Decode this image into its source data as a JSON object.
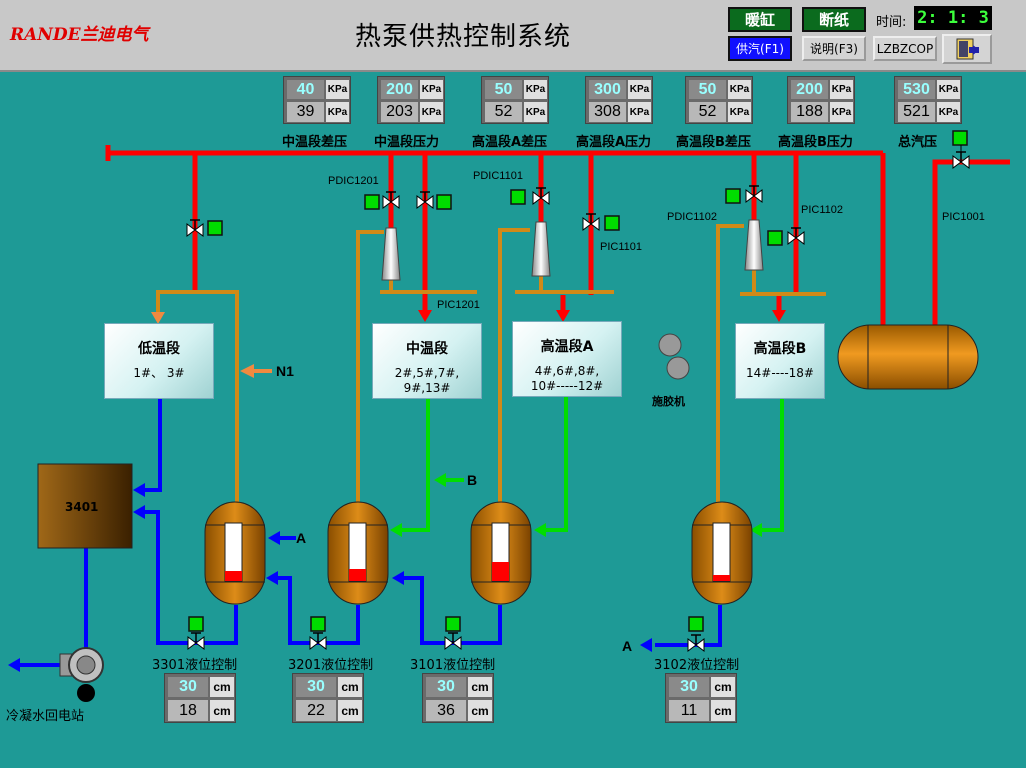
{
  "header": {
    "brand": "RANDE兰迪电气",
    "title": "热泵供热控制系统",
    "btn_nuanyang": "暖缸",
    "btn_duanzhi": "断纸",
    "btn_gongqi": "供汽(F1)",
    "btn_shuoming": "说明(F3)",
    "btn_lzbzcop": "LZBZCOP",
    "time_label": "时间:",
    "time_value": "2: 1: 3"
  },
  "pressure": [
    {
      "sp": "40",
      "pv": "39",
      "unit": "KPa",
      "label": "中温段差压"
    },
    {
      "sp": "200",
      "pv": "203",
      "unit": "KPa",
      "label": "中温段压力"
    },
    {
      "sp": "50",
      "pv": "52",
      "unit": "KPa",
      "label": "高温段A差压"
    },
    {
      "sp": "300",
      "pv": "308",
      "unit": "KPa",
      "label": "高温段A压力"
    },
    {
      "sp": "50",
      "pv": "52",
      "unit": "KPa",
      "label": "高温段B差压"
    },
    {
      "sp": "200",
      "pv": "188",
      "unit": "KPa",
      "label": "高温段B压力"
    },
    {
      "sp": "530",
      "pv": "521",
      "unit": "KPa",
      "label": "总汽压"
    }
  ],
  "tags": {
    "pdic1201": "PDIC1201",
    "pdic1101": "PDIC1101",
    "pic1101": "PIC1101",
    "pdic1102": "PDIC1102",
    "pic1102": "PIC1102",
    "pic1201": "PIC1201",
    "pic1001": "PIC1001"
  },
  "sections": {
    "low": {
      "title": "低温段",
      "desc": "1#、 3#"
    },
    "mid": {
      "title": "中温段",
      "desc": "2#,5#,7#,\n9#,13#"
    },
    "hiA": {
      "title": "高温段A",
      "desc": "4#,6#,8#,\n10#-----12#"
    },
    "hiB": {
      "title": "高温段B",
      "desc": "14#----18#"
    }
  },
  "tank": "3401",
  "press_machine": "施胶机",
  "flow": {
    "n1": "N1",
    "a": "A",
    "b": "B"
  },
  "levels": [
    {
      "label": "3301液位控制",
      "sp": "30",
      "pv": "18",
      "unit": "cm",
      "fill": 0.12
    },
    {
      "label": "3201液位控制",
      "sp": "30",
      "pv": "22",
      "unit": "cm",
      "fill": 0.15
    },
    {
      "label": "3101液位控制",
      "sp": "30",
      "pv": "36",
      "unit": "cm",
      "fill": 0.25
    },
    {
      "label": "3102液位控制",
      "sp": "30",
      "pv": "11",
      "unit": "cm",
      "fill": 0.08
    }
  ],
  "pump_label": "冷凝水回电站",
  "colors": {
    "steam": "#ff0000",
    "condensate": "#0000ff",
    "tan": "#d08a18",
    "green": "#00dd00",
    "background": "#1e9a96"
  }
}
